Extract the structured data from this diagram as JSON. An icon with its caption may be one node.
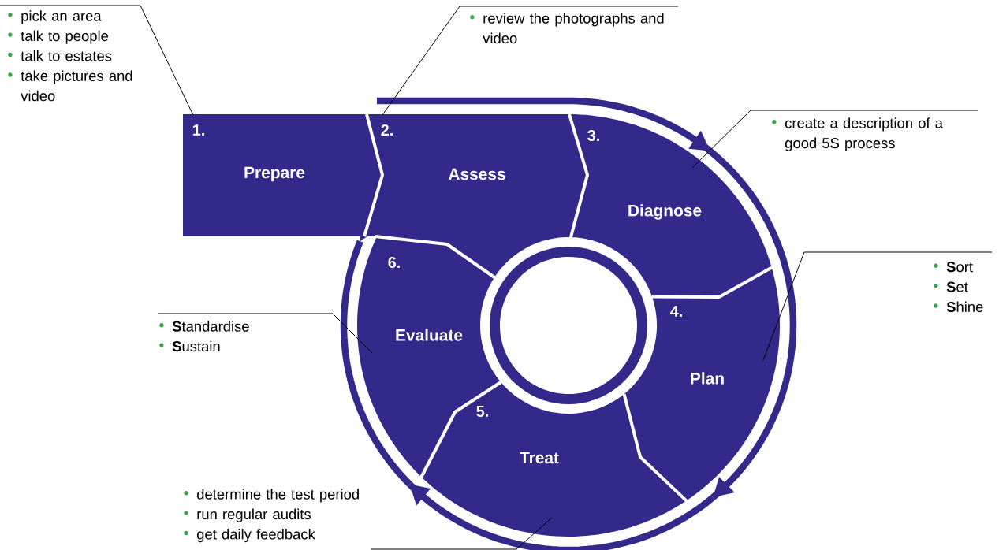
{
  "diagram": {
    "nodes": [
      {
        "text": [
          "1.",
          "Prepare"
        ]
      },
      {
        "text": [
          "2.",
          "Assess"
        ]
      },
      {
        "text": [
          "3.",
          "Diagnose"
        ]
      },
      {
        "text": [
          "4.",
          "Plan"
        ]
      },
      {
        "text": [
          "5.",
          "Treat"
        ]
      },
      {
        "text": [
          "6.",
          "Evaluate"
        ]
      },
      {
        "text": [
          "pick an area",
          "talk to people",
          "talk to estates",
          "take pictures and video"
        ]
      },
      {
        "text": [
          "review the photographs and video"
        ]
      },
      {
        "text": [
          "create a description of a good 5S process"
        ]
      },
      {
        "text": [
          "**S**ort",
          "**S**et",
          "**S**hine"
        ]
      },
      {
        "text": [
          "**S**tandardise",
          "**S**ustain"
        ]
      },
      {
        "text": [
          "determine the test period",
          "run regular audits",
          "get daily feedback"
        ]
      }
    ],
    "edges": [
      {
        "from": 6,
        "to": 0,
        "arrow": "none"
      },
      {
        "from": 7,
        "to": 1,
        "arrow": "none"
      },
      {
        "from": 8,
        "to": 2,
        "arrow": "none"
      },
      {
        "from": 9,
        "to": 3,
        "arrow": "none"
      },
      {
        "from": 10,
        "to": 5,
        "arrow": "none"
      },
      {
        "from": 11,
        "to": 4,
        "arrow": "none"
      }
    ]
  }
}
